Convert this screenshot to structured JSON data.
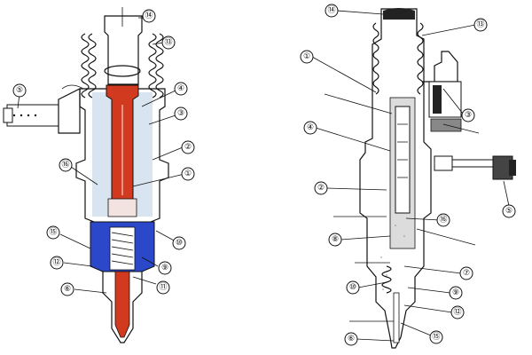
{
  "colors": {
    "plunger": "#d23a1f",
    "chamber": "#2a48c9",
    "fuel": "#d8e4ef",
    "ink": "#111111",
    "background": "#ffffff",
    "stipple": "#8a8a8a"
  },
  "left_view": {
    "callouts": [
      "⑭",
      "⑬",
      "④",
      "③",
      "②",
      "①",
      "⑯",
      "⑤",
      "⑩",
      "⑨",
      "⑪",
      "⑮",
      "⑫",
      "⑥"
    ]
  },
  "right_view": {
    "callouts": [
      "⑭",
      "⑬",
      "①",
      "③",
      "④",
      "②",
      "⑯",
      "⑤",
      "⑧",
      "⑦",
      "⑨",
      "⑩",
      "⑫",
      "⑥",
      "⑮"
    ]
  }
}
